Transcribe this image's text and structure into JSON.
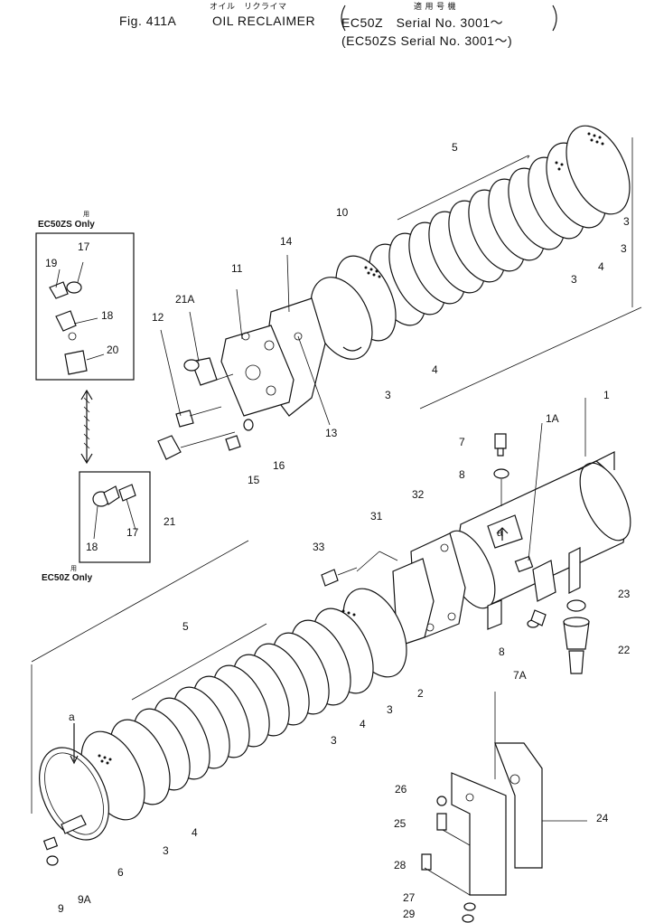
{
  "header": {
    "fig": "Fig. 411A",
    "title_jp": "オイル　リクライマ",
    "title_en": "OIL RECLAIMER",
    "applies_jp": "適 用 号 機",
    "serial_1": "EC50Z　Serial No. 3001～",
    "serial_2": "(EC50ZS  Serial No. 3001～)"
  },
  "boxes": {
    "top_jp": "用",
    "top_caption": "EC50ZS Only",
    "bottom_jp": "用",
    "bottom_caption": "EC50Z Only"
  },
  "callouts": {
    "c5_top": "5",
    "c10": "10",
    "c14": "14",
    "c11": "11",
    "c21a": "21A",
    "c12": "12",
    "c13": "13",
    "c15": "15",
    "c16": "16",
    "c21": "21",
    "c3_a": "3",
    "c4_a": "4",
    "c3_b": "3",
    "c3_c": "3",
    "c4_b": "4",
    "c3_d": "3",
    "c1": "1",
    "c1a": "1A",
    "c7": "7",
    "c8_a": "8",
    "ca_top": "a",
    "c32": "32",
    "c31": "31",
    "c33": "33",
    "c23": "23",
    "c22": "22",
    "c8_b": "8",
    "c7a": "7A",
    "c5_bot": "5",
    "ca_bot": "a",
    "c2": "2",
    "c3_e": "3",
    "c4_c": "4",
    "c3_f": "3",
    "c4_d": "4",
    "c3_g": "3",
    "c6": "6",
    "c9": "9",
    "c9a": "9A",
    "c26": "26",
    "c25": "25",
    "c24": "24",
    "c28": "28",
    "c27": "27",
    "c29": "29",
    "box_17a": "17",
    "box_19": "19",
    "box_18a": "18",
    "box_20": "20",
    "box_17b": "17",
    "box_18b": "18"
  }
}
